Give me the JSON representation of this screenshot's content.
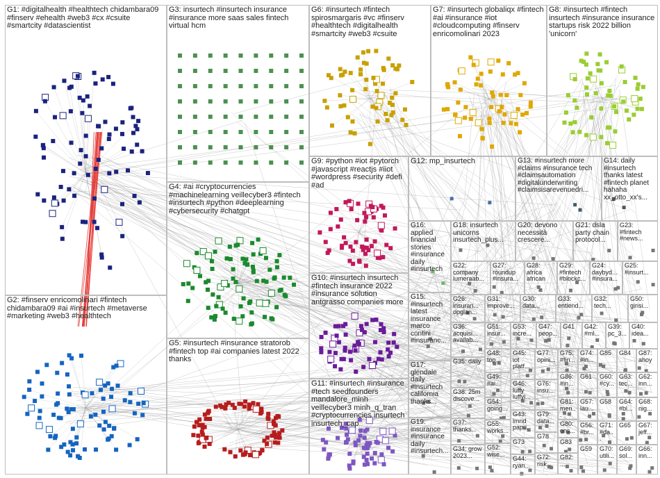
{
  "groups": [
    {
      "id": "G1",
      "label": "G1: #digitalhealth #healthtech chidambara09 #finserv #ehealth #web3 #cx #csuite #smartcity #datascientist",
      "color": "#1a237e"
    },
    {
      "id": "G3",
      "label": "G3: insurtech #insurtech insurance #insurance more saas sales fintech virtual hcm",
      "color": "#2e7d32"
    },
    {
      "id": "G6",
      "label": "G6: #insurtech #fintech spirosmargaris #vc #finserv #healthtech #digitalhealth #smartcity #web3 #csuite",
      "color": "#c8a000"
    },
    {
      "id": "G7",
      "label": "G7: #insurtech globaliqx #fintech #ai #insurance #iot #cloudcomputing #finserv enricomolinari 2023",
      "color": "#e0a800"
    },
    {
      "id": "G8",
      "label": "G8: #insurtech #fintech insurtech #insurance insurance startups risk 2022 billion 'unicorn'",
      "color": "#9acd32"
    },
    {
      "id": "G4",
      "label": "G4: #ai #cryptocurrencies #machinelearning veillecyber3 #fintech #insurtech #python #deeplearning #cybersecurity #chatgpt",
      "color": "#1b8a2e"
    },
    {
      "id": "G9",
      "label": "G9: #python #iot #pytorch #javascript #reactjs #iiot #wordpress #security #defi #ad",
      "color": "#c2185b"
    },
    {
      "id": "G12",
      "label": "G12: mp_insurtech",
      "color": "#4a6fa5"
    },
    {
      "id": "G13",
      "label": "G13: #insurtech more #claims #insurance tech #claimsautomation #digitalunderwriting #claimsisarevenuedri...",
      "color": "#455a64"
    },
    {
      "id": "G14",
      "label": "G14: daily #insurtech thanks latest #fintech planet hahaha xx_otto_xx's...",
      "color": "#555555"
    },
    {
      "id": "G2",
      "label": "G2: #finserv enricomolinari #fintech chidambara09 #ai #insurtech #metaverse #marketing #web3 #healthtech",
      "color": "#1565c0"
    },
    {
      "id": "G5",
      "label": "G5: #insurtech #insurance stratorob #fintech top #ai companies latest 2022 thanks",
      "color": "#b71c1c"
    },
    {
      "id": "G10",
      "label": "G10: #insurtech insurtech #fintech insurance 2022 #insurance solution antgrasso companies more",
      "color": "#6a1b9a"
    },
    {
      "id": "G11",
      "label": "G11: #insurtech #insurance #tech seedfounders mandalore_minh veillecyber3 minh_q_tran #cryptocurrencies insurtech insurtech_cap",
      "color": "#7e57c2"
    },
    {
      "id": "G16",
      "label": "G16: applied financial stories #insurance daily #insurtech",
      "color": "#66bb6a"
    },
    {
      "id": "G18",
      "label": "G18: insurtech unicorns insurtech_plus...",
      "color": "#777777"
    },
    {
      "id": "G20",
      "label": "G20: devono necessità crescere...",
      "color": "#777777"
    },
    {
      "id": "G21",
      "label": "G21: dsla party chain protocol...",
      "color": "#777777"
    },
    {
      "id": "G23",
      "label": "G23: #fintech #news...",
      "color": "#777777"
    },
    {
      "id": "G15",
      "label": "G15: #insurtech latest insurance marco contini #insuranc...",
      "color": "#777777"
    },
    {
      "id": "G22",
      "label": "G22: company lumeraab...",
      "color": "#777777"
    },
    {
      "id": "G27",
      "label": "G27: roundup #insura...",
      "color": "#777777"
    },
    {
      "id": "G28",
      "label": "G28: africa african",
      "color": "#777777"
    },
    {
      "id": "G29",
      "label": "G29: #fintech #blockc...",
      "color": "#777777"
    },
    {
      "id": "G24",
      "label": "G24: daybyd... #insura...",
      "color": "#777777"
    },
    {
      "id": "G25",
      "label": "G25: #insurt...",
      "color": "#777777"
    },
    {
      "id": "G26",
      "label": "G26: insuran... opglan...",
      "color": "#777777"
    },
    {
      "id": "G31",
      "label": "G31: improve...",
      "color": "#777777"
    },
    {
      "id": "G30",
      "label": "G30: data...",
      "color": "#777777"
    },
    {
      "id": "G33",
      "label": "G33: entiend...",
      "color": "#777777"
    },
    {
      "id": "G32",
      "label": "G32: tech...",
      "color": "#777777"
    },
    {
      "id": "G50",
      "label": "G50: girisi...",
      "color": "#777777"
    },
    {
      "id": "G17",
      "label": "G17: glendale daily #insurtech california thanks...",
      "color": "#777777"
    },
    {
      "id": "G36",
      "label": "G36: acquisi... availab...",
      "color": "#777777"
    },
    {
      "id": "G51",
      "label": "G51: insur...",
      "color": "#777777"
    },
    {
      "id": "G53",
      "label": "G53: incre...",
      "color": "#777777"
    },
    {
      "id": "G47",
      "label": "G47: peop...",
      "color": "#777777"
    },
    {
      "id": "G41",
      "label": "G41",
      "color": "#777777"
    },
    {
      "id": "G42",
      "label": "G42: #ml...",
      "color": "#777777"
    },
    {
      "id": "G39",
      "label": "G39: pc_3...",
      "color": "#777777"
    },
    {
      "id": "G40",
      "label": "G40: idea...",
      "color": "#777777"
    },
    {
      "id": "G35",
      "label": "G35: daily",
      "color": "#777777"
    },
    {
      "id": "G48",
      "label": "G48: top...",
      "color": "#777777"
    },
    {
      "id": "G45",
      "label": "G45: iot platf...",
      "color": "#777777"
    },
    {
      "id": "G77",
      "label": "G77: opini...",
      "color": "#777777"
    },
    {
      "id": "G75",
      "label": "G75: #fin...",
      "color": "#777777"
    },
    {
      "id": "G74",
      "label": "G74: #in...",
      "color": "#777777"
    },
    {
      "id": "G85",
      "label": "G85",
      "color": "#777777"
    },
    {
      "id": "G84",
      "label": "G84",
      "color": "#777777"
    },
    {
      "id": "G87",
      "label": "G87: ahoy",
      "color": "#777777"
    },
    {
      "id": "G38",
      "label": "G38: 25m discove...",
      "color": "#777777"
    },
    {
      "id": "G49",
      "label": "G49: #ai...",
      "color": "#777777"
    },
    {
      "id": "G46",
      "label": "G46: luffy luffyi...",
      "color": "#777777"
    },
    {
      "id": "G76",
      "label": "G76: insu...",
      "color": "#777777"
    },
    {
      "id": "G86",
      "label": "G86: #in...",
      "color": "#777777"
    },
    {
      "id": "G61",
      "label": "G61",
      "color": "#777777"
    },
    {
      "id": "G60",
      "label": "G60: #cy...",
      "color": "#777777"
    },
    {
      "id": "G63",
      "label": "G63: tec...",
      "color": "#777777"
    },
    {
      "id": "G62",
      "label": "G62: inn...",
      "color": "#777777"
    },
    {
      "id": "G54",
      "label": "G54: going...",
      "color": "#777777"
    },
    {
      "id": "G79",
      "label": "G79: data...",
      "color": "#777777"
    },
    {
      "id": "G81",
      "label": "G81: men...",
      "color": "#777777"
    },
    {
      "id": "G57",
      "label": "G57: lau...",
      "color": "#777777"
    },
    {
      "id": "G58",
      "label": "G58",
      "color": "#777777"
    },
    {
      "id": "G64",
      "label": "G64: #bl...",
      "color": "#777777"
    },
    {
      "id": "G68",
      "label": "G68: nig...",
      "color": "#777777"
    },
    {
      "id": "G19",
      "label": "G19: insurance #insurance daily #insurtech...",
      "color": "#777777"
    },
    {
      "id": "G37",
      "label": "G37: thanks...",
      "color": "#777777"
    },
    {
      "id": "G55",
      "label": "G55: works...",
      "color": "#777777"
    },
    {
      "id": "G43",
      "label": "G43: lmnd pap...",
      "color": "#777777"
    },
    {
      "id": "G78",
      "label": "G78",
      "color": "#777777"
    },
    {
      "id": "G80",
      "label": "G80: ons...",
      "color": "#777777"
    },
    {
      "id": "G56",
      "label": "G56: #br...",
      "color": "#777777"
    },
    {
      "id": "G71",
      "label": "G71: #da...",
      "color": "#777777"
    },
    {
      "id": "G65",
      "label": "G65",
      "color": "#777777"
    },
    {
      "id": "G67",
      "label": "G67: jeff...",
      "color": "#777777"
    },
    {
      "id": "G73",
      "label": "G73",
      "color": "#777777"
    },
    {
      "id": "G83",
      "label": "G83",
      "color": "#777777"
    },
    {
      "id": "G34",
      "label": "G34: grow 2023...",
      "color": "#777777"
    },
    {
      "id": "G52",
      "label": "G52: wise...",
      "color": "#777777"
    },
    {
      "id": "G44",
      "label": "G44: ryan...",
      "color": "#777777"
    },
    {
      "id": "G72",
      "label": "G72: risk...",
      "color": "#777777"
    },
    {
      "id": "G82",
      "label": "G82: ...",
      "color": "#777777"
    },
    {
      "id": "G59",
      "label": "G59",
      "color": "#777777"
    },
    {
      "id": "G70",
      "label": "G70: utili...",
      "color": "#777777"
    },
    {
      "id": "G69",
      "label": "G69: sol...",
      "color": "#777777"
    },
    {
      "id": "G66",
      "label": "G66: inn...",
      "color": "#777777"
    }
  ]
}
